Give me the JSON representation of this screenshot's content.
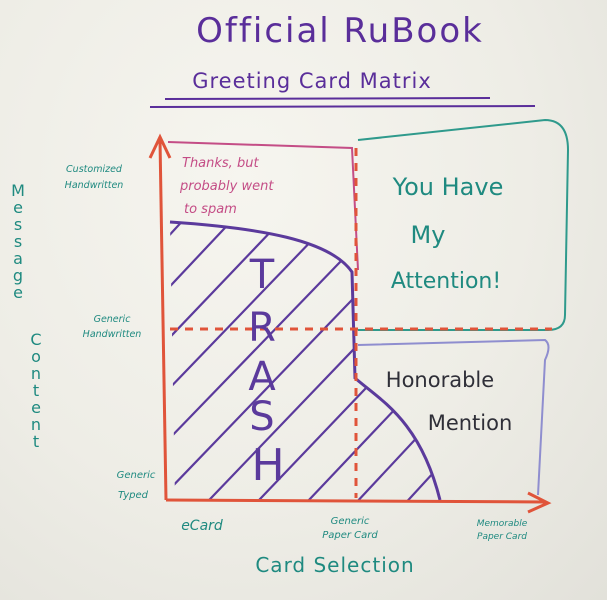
{
  "header": {
    "title": "Official RuBook",
    "subtitle": "Greeting Card Matrix"
  },
  "axes": {
    "y_label": "Message Content",
    "x_label": "Card Selection",
    "y_ticks": {
      "customized": [
        "Customized",
        "Handwritten"
      ],
      "generic_handwritten": [
        "Generic",
        "Handwritten"
      ],
      "generic_typed": [
        "Generic",
        "Typed"
      ]
    },
    "x_ticks": {
      "ecard": [
        "eCard"
      ],
      "generic_paper": [
        "Generic",
        "Paper Card"
      ],
      "memorable_paper": [
        "Memorable",
        "Paper Card"
      ]
    }
  },
  "quadrants": {
    "spam_note": [
      "Thanks, but",
      "probably went",
      "to spam"
    ],
    "attention": [
      "You Have",
      "My",
      "Attention!"
    ],
    "honorable": [
      "Honorable",
      "Mention"
    ],
    "trash_letters": [
      "T",
      "R",
      "A",
      "S",
      "H"
    ]
  },
  "colors": {
    "title": "#5a2e9a",
    "teal": "#1f8a80",
    "axis": "#e0543a",
    "trash": "#5b3a9c",
    "pink": "#c44d86",
    "divider": "#e0543a",
    "box": "#2f9a8c"
  }
}
